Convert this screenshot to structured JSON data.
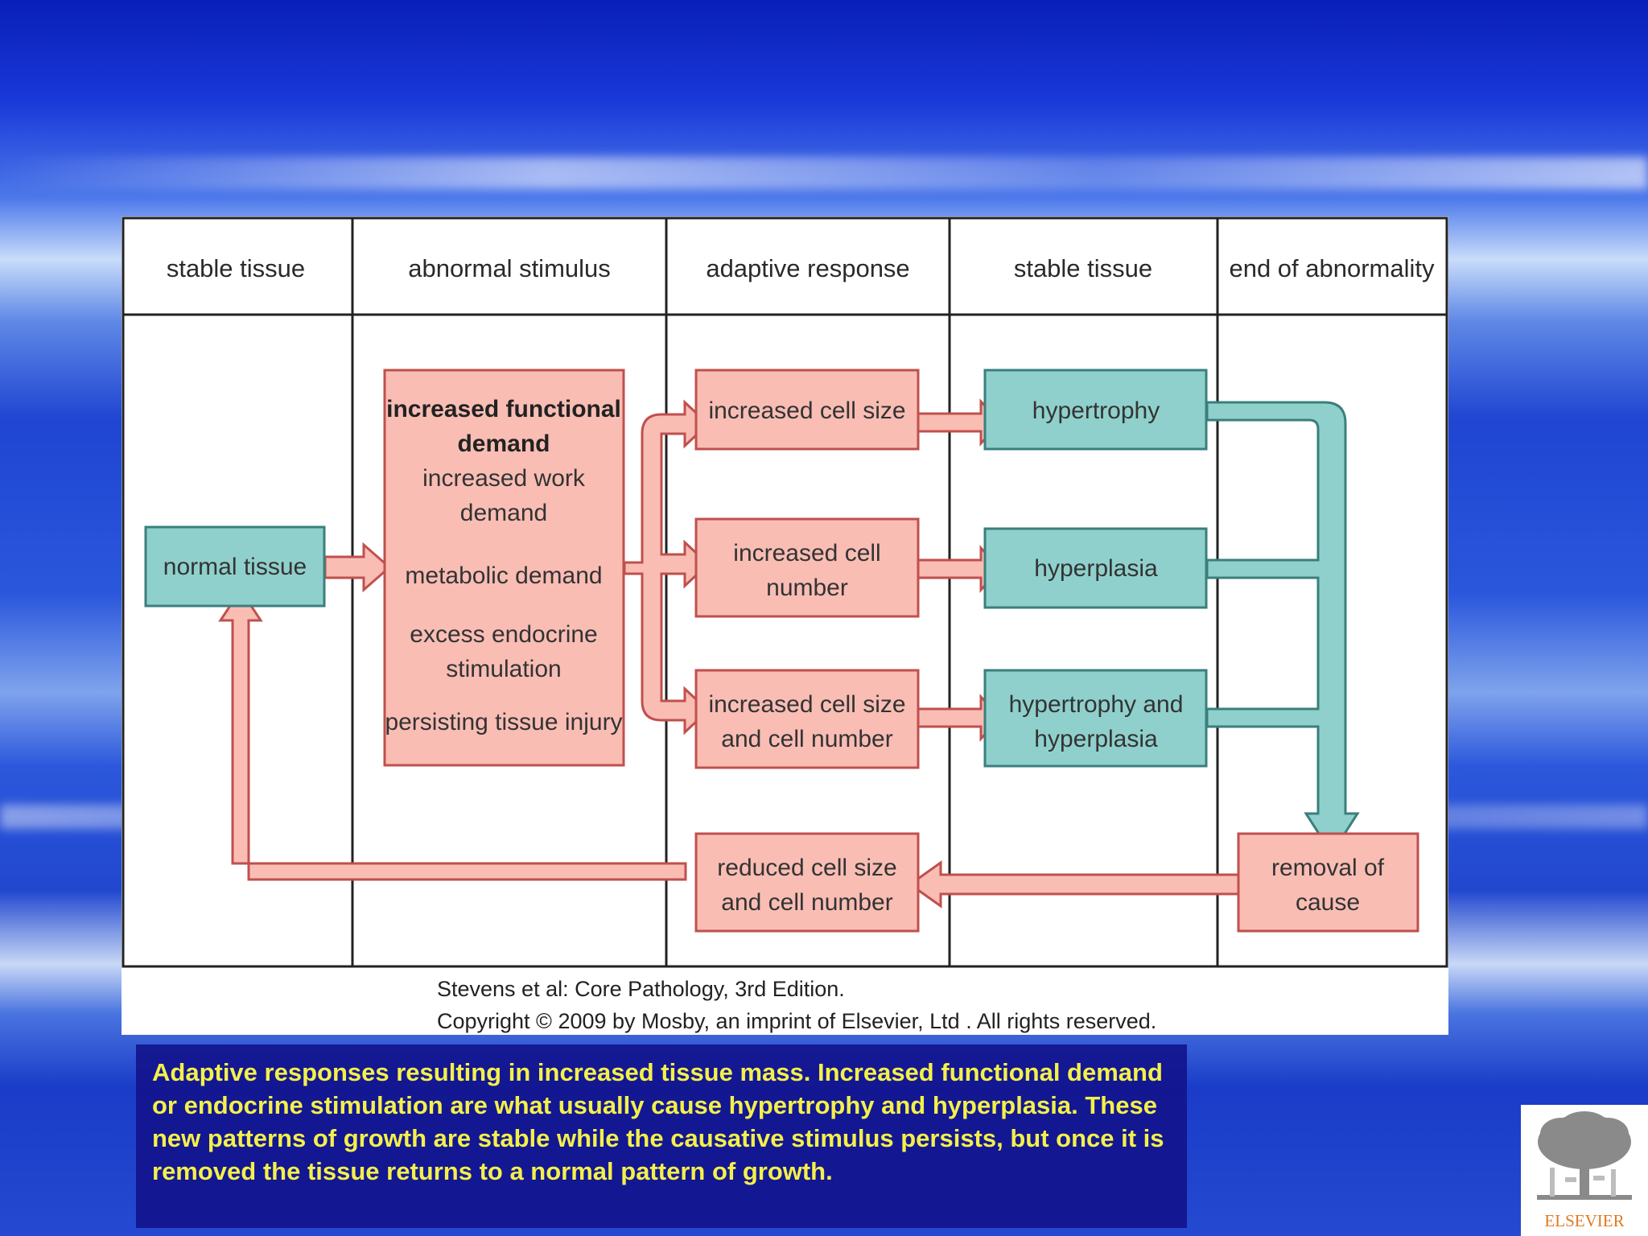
{
  "headers": [
    "stable tissue",
    "abnormal stimulus",
    "adaptive response",
    "stable tissue",
    "end of abnormality"
  ],
  "boxes": {
    "normal_tissue": "normal tissue",
    "stimulus_title": [
      "increased functional",
      "demand"
    ],
    "stimulus_lines": [
      [
        "increased work",
        "demand"
      ],
      [
        "metabolic demand"
      ],
      [
        "excess endocrine",
        "stimulation"
      ],
      [
        "persisting tissue injury"
      ]
    ],
    "resp_size": [
      "increased cell size"
    ],
    "resp_number": [
      "increased cell",
      "number"
    ],
    "resp_both": [
      "increased cell size",
      "and cell number"
    ],
    "hypertrophy": [
      "hypertrophy"
    ],
    "hyperplasia": [
      "hyperplasia"
    ],
    "both": [
      "hypertrophy and",
      "hyperplasia"
    ],
    "reduced": [
      "reduced cell size",
      "and cell number"
    ],
    "removal": [
      "removal of",
      "cause"
    ]
  },
  "credit": {
    "line1": "Stevens et al: Core Pathology, 3rd Edition.",
    "line2": "Copyright © 2009 by Mosby, an imprint of Elsevier, Ltd . All rights reserved."
  },
  "caption": " Adaptive responses resulting in increased tissue mass. Increased functional demand or endocrine stimulation are what usually cause hypertrophy and hyperplasia. These new patterns of growth are stable while the causative stimulus persists, but once it is removed the tissue returns to a normal pattern of growth.",
  "logo": {
    "wordmark": "ELSEVIER",
    "icon": "elsevier-tree-icon"
  },
  "colors": {
    "pink_fill": "#f9bdb4",
    "pink_stroke": "#c0504d",
    "teal_fill": "#8fd0cc",
    "teal_stroke": "#3a7f7c",
    "caption_text": "#f4f04a",
    "caption_bg": "#12148c"
  }
}
